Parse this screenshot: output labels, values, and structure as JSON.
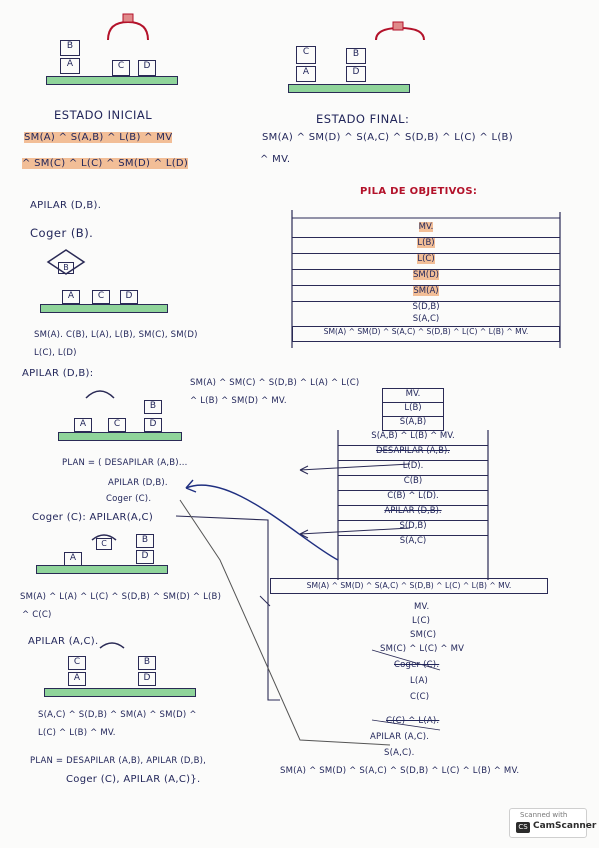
{
  "top_left": {
    "title": "ESTADO INICIAL",
    "line1": "SM(A) ^ S(A,B) ^ L(B) ^ MV",
    "line2": "^ SM(C) ^ L(C) ^ SM(D) ^ L(D)",
    "blocks": [
      "B",
      "A",
      "C",
      "D"
    ]
  },
  "top_right": {
    "title": "ESTADO FINAL:",
    "line1": "SM(A) ^ SM(D) ^ S(A,C) ^ S(D,B) ^ L(C) ^ L(B)",
    "line2": "^ MV.",
    "blocks": [
      "C",
      "A",
      "B",
      "D"
    ]
  },
  "stack": {
    "title": "PILA DE OBJETIVOS:",
    "items": [
      "MV.",
      "L(B)",
      "L(C)",
      "SM(D)",
      "SM(A)",
      "S(D,B)",
      "S(A,C)"
    ],
    "base": "SM(A) ^ SM(D) ^ S(A,C) ^ S(D,B) ^ L(C) ^ L(B) ^ MV."
  },
  "step1": {
    "title": "APILAR (D,B).",
    "sub": "Coger (B).",
    "grip": "B",
    "blocks": [
      "A",
      "C",
      "D"
    ],
    "state1": "SM(A). C(B), L(A), L(B), SM(C), SM(D)",
    "state2": "L(C), L(D)"
  },
  "step2": {
    "title": "APILAR (D,B):",
    "blocks": [
      "A",
      "C",
      "B",
      "D"
    ],
    "state1": "SM(A) ^ SM(C) ^ S(D,B) ^ L(A) ^ L(C)",
    "state2": "^ L(B) ^ SM(D) ^ MV.",
    "plan1": "PLAN = ( DESAPILAR (A,B)...",
    "plan2": "APILAR (D,B).",
    "plan3": "Coger (C).",
    "plan4": "Coger (C): APILAR(A,C)"
  },
  "stack2": {
    "items": [
      "MV.",
      "L(B)",
      "S(A,B)",
      "S(A,B) ^ L(B) ^ MV.",
      "DESAPILAR (A,B).",
      "L(D).",
      "C(B)",
      "C(B) ^ L(D).",
      "APILAR (D,B).",
      "S(D,B)",
      "S(A,C)"
    ],
    "base": "SM(A) ^ SM(D) ^ S(A,C) ^ S(D,B) ^ L(C) ^ L(B) ^ MV."
  },
  "step3": {
    "blocks": [
      "A",
      "C",
      "B",
      "D"
    ],
    "state1": "SM(A) ^ L(A) ^ L(C) ^ S(D,B) ^ SM(D) ^ L(B)",
    "state2": "^ C(C)"
  },
  "step4": {
    "title": "APILAR (A,C).",
    "blocks": [
      "C",
      "A",
      "B",
      "D"
    ],
    "state1": "S(A,C) ^ S(D,B) ^ SM(A) ^ SM(D) ^",
    "state2": "L(C) ^ L(B) ^ MV.",
    "plan1": "PLAN = DESAPILAR (A,B), APILAR (D,B),",
    "plan2": "Coger (C), APILAR (A,C)}."
  },
  "lower_stack": {
    "items": [
      "MV.",
      "L(C)",
      "SM(C)",
      "SM(C) ^ L(C) ^ MV",
      "Coger (C).",
      "L(A)",
      "C(C)",
      "C(C) ^ L(A).",
      "APILAR (A,C).",
      "S(A,C)."
    ],
    "final": "SM(A) ^ SM(D) ^ S(A,C) ^ S(D,B) ^ L(C) ^ L(B) ^ MV."
  },
  "badge": {
    "line1": "Scanned with",
    "line2": "CamScanner"
  }
}
